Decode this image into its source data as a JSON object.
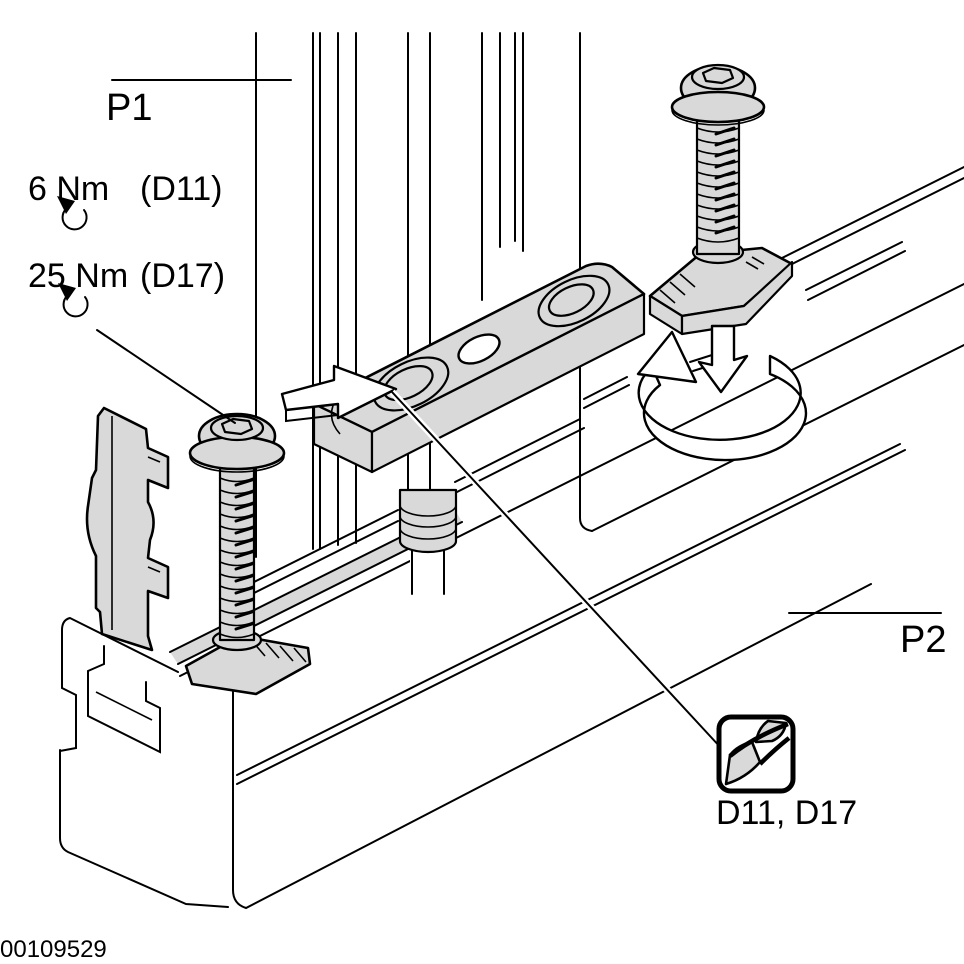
{
  "profiles": {
    "p1": "P1",
    "p2": "P2"
  },
  "torque_specs": [
    {
      "value": "6 Nm",
      "ref": "(D11)",
      "icon": "counterclockwise-rotation-arrow"
    },
    {
      "value": "25 Nm",
      "ref": "(D17)",
      "icon": "counterclockwise-rotation-arrow"
    }
  ],
  "drill_icon_label": "D11, D17",
  "document_code": "00109529",
  "icons": [
    "insert-direction-arrow",
    "press-down-arrow",
    "rotate-ribbon-arrow",
    "drill-bit-icon"
  ],
  "colors": {
    "background": "#ffffff",
    "part_fill": "#d9d9d9",
    "line": "#000000"
  }
}
